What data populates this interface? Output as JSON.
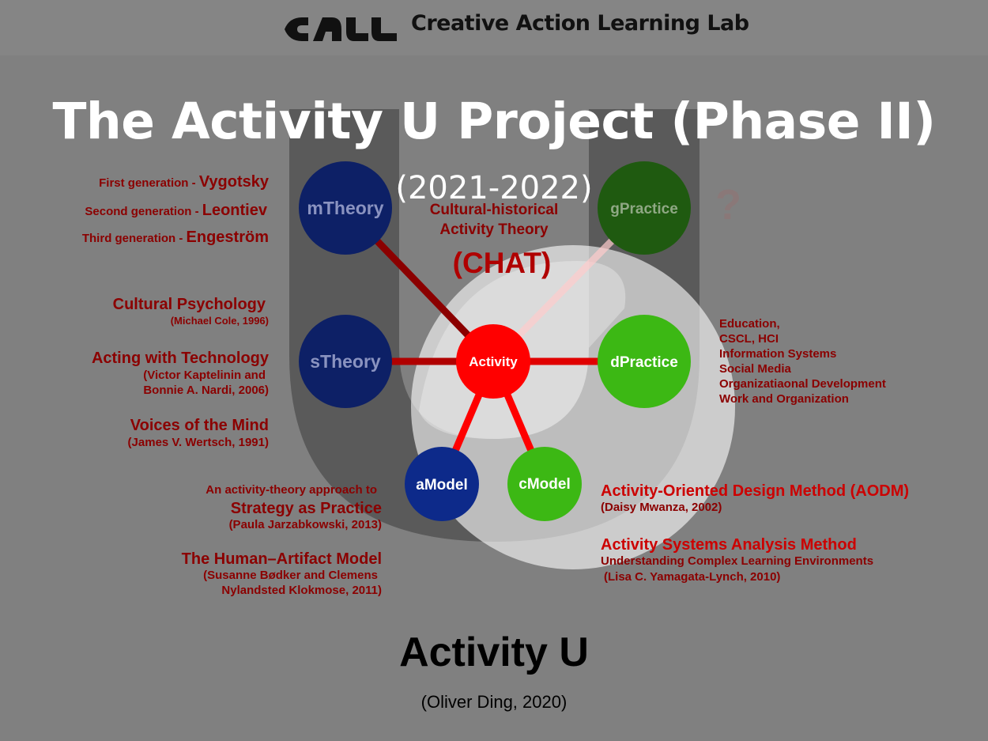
{
  "header": {
    "brand": "Creative Action Learning Lab",
    "logo_text": "CALL"
  },
  "title": "The Activity U Project (Phase II)",
  "subtitle": "(2021-2022)",
  "chat": {
    "line1": "Cultural-historical",
    "line2": "Activity Theory",
    "acronym": "(CHAT)"
  },
  "question_mark": "?",
  "nodes": {
    "mTheory": "mTheory",
    "sTheory": "sTheory",
    "activity": "Activity",
    "gPractice": "gPractice",
    "dPractice": "dPractice",
    "aModel": "aModel",
    "cModel": "cModel"
  },
  "colors": {
    "background": "#808080",
    "theory_blue": "#0d2066",
    "activity_red": "#ff0000",
    "practice_green": "#3cb814",
    "dark_green": "#1f5a10",
    "label_red": "#8b0000"
  },
  "generations": [
    {
      "prefix": "First generation - ",
      "name": "Vygotsky"
    },
    {
      "prefix": "Second generation - ",
      "name": "Leontiev"
    },
    {
      "prefix": "Third generation - ",
      "name": "Engeström"
    }
  ],
  "left_refs": {
    "cultural_psychology": {
      "title": "Cultural Psychology",
      "cite": "(Michael Cole, 1996)"
    },
    "acting_technology": {
      "title": "Acting with Technology",
      "cite1": "(Victor Kaptelinin and",
      "cite2": "Bonnie A. Nardi, 2006)"
    },
    "voices_mind": {
      "title": "Voices of the Mind",
      "cite": "(James V. Wertsch, 1991)"
    },
    "strategy_practice": {
      "pre": "An activity-theory approach to",
      "title": "Strategy as Practice",
      "cite": "(Paula  Jarzabkowski, 2013)"
    },
    "human_artifact": {
      "title": "The Human–Artifact Model",
      "cite1": "(Susanne Bødker and Clemens",
      "cite2": "Nylandsted Klokmose, 2011)"
    }
  },
  "practice_fields": [
    "Education,",
    "CSCL, HCI",
    "Information Systems",
    "Social Media",
    "Organizatiaonal Development",
    "Work and Organization"
  ],
  "right_refs": {
    "aodm": {
      "title": "Activity-Oriented Design Method (AODM)",
      "cite": "(Daisy Mwanza, 2002)"
    },
    "asam": {
      "title": "Activity Systems Analysis Method",
      "sub": "Understanding Complex Learning Environments",
      "cite": "(Lisa C. Yamagata-Lynch, 2010)"
    }
  },
  "footer": {
    "title": "Activity U",
    "author": "(Oliver Ding, 2020)"
  }
}
